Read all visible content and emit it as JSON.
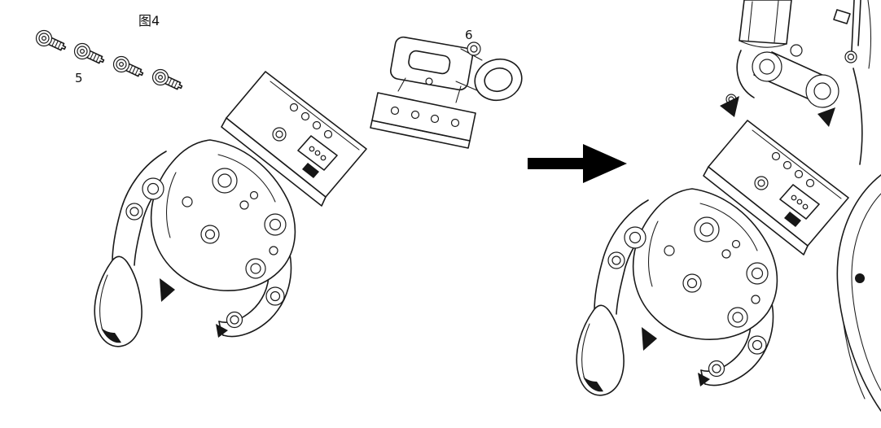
{
  "figure": {
    "label": "图4"
  },
  "callouts": {
    "part5_label": "5",
    "part6_label": "6"
  },
  "colors": {
    "background": "#ffffff",
    "line": "#1a1a1a",
    "arrow": "#000000"
  },
  "parts": {
    "part5": {
      "name": "socket-head-screw",
      "count": 4
    },
    "part6": {
      "name": "mounting-bracket"
    },
    "left_view": {
      "name": "gripper-exploded-view"
    },
    "right_view": {
      "name": "gripper-assembled-on-robot-arm"
    }
  }
}
